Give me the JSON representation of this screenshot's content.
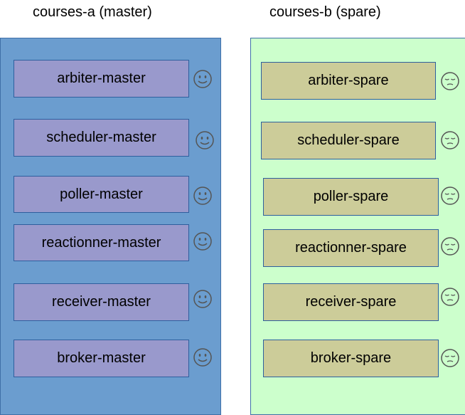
{
  "columns": {
    "a": {
      "title": "courses-a (master)"
    },
    "b": {
      "title": "courses-b (spare)"
    }
  },
  "masters": [
    {
      "label": "arbiter-master",
      "icon": "happy-face-icon"
    },
    {
      "label": "scheduler-master",
      "icon": "happy-face-icon"
    },
    {
      "label": "poller-master",
      "icon": "happy-face-icon"
    },
    {
      "label": "reactionner-master",
      "icon": "happy-face-icon"
    },
    {
      "label": "receiver-master",
      "icon": "happy-face-icon"
    },
    {
      "label": "broker-master",
      "icon": "happy-face-icon"
    }
  ],
  "spares": [
    {
      "label": "arbiter-spare",
      "icon": "sleeping-face-icon"
    },
    {
      "label": "scheduler-spare",
      "icon": "sleeping-face-icon"
    },
    {
      "label": "poller-spare",
      "icon": "sleeping-face-icon"
    },
    {
      "label": "reactionner-spare",
      "icon": "sleeping-face-icon"
    },
    {
      "label": "receiver-spare",
      "icon": "sleeping-face-icon"
    },
    {
      "label": "broker-spare",
      "icon": "sleeping-face-icon"
    }
  ],
  "colors": {
    "panel_a": "#6b9dcf",
    "panel_b": "#ccffcc",
    "node_master": "#9999cc",
    "node_spare": "#cccc99"
  }
}
